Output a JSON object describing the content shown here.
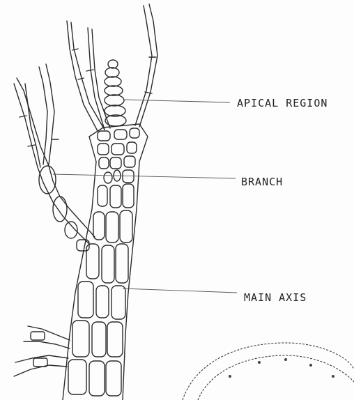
{
  "diagram": {
    "labels": {
      "apical": "APICAL REGION",
      "branch": "BRANCH",
      "main_axis": "MAIN AXIS"
    }
  },
  "colors": {
    "ink": "#2a2a2a",
    "paper": "#fdfdfd"
  }
}
